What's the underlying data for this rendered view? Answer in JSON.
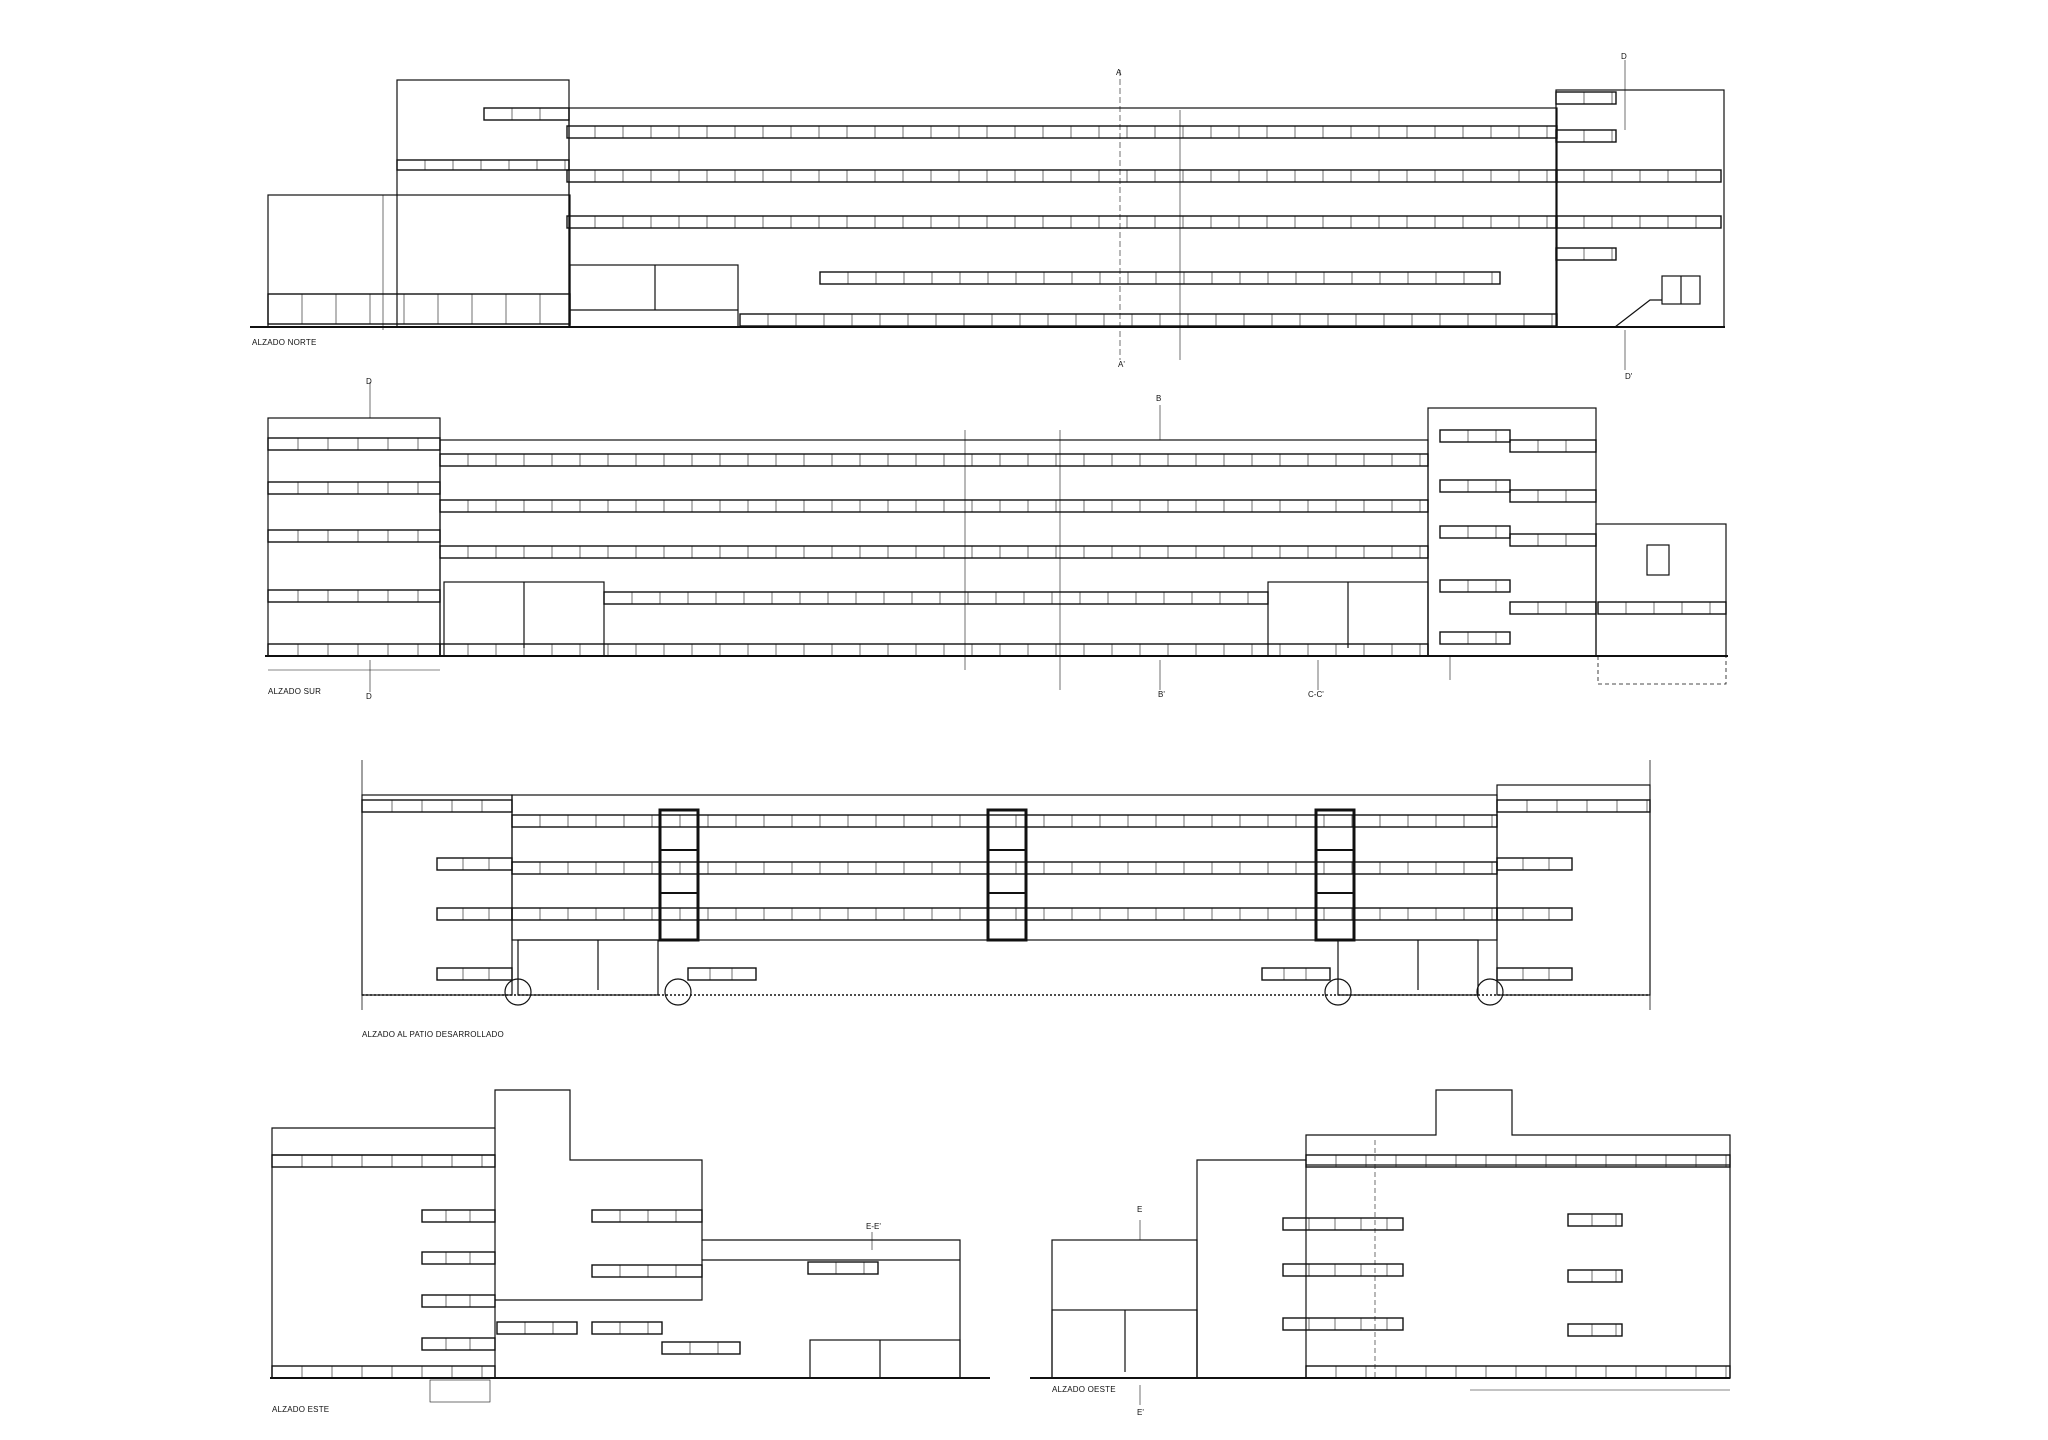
{
  "sheet": {
    "ink_color": "#111111",
    "paper_color": "#ffffff"
  },
  "elevations": {
    "north": {
      "title": "ALZADO NORTE"
    },
    "south": {
      "title": "ALZADO SUR"
    },
    "patio": {
      "title": "ALZADO AL PATIO DESARROLLADO"
    },
    "east": {
      "title": "ALZADO ESTE"
    },
    "west": {
      "title": "ALZADO OESTE"
    }
  },
  "section_marks": {
    "north": {
      "a_top": "A",
      "a_bottom": "A'",
      "d_top": "D",
      "d_bottom": "D'"
    },
    "south": {
      "d_top": "D",
      "d_bottom": "D",
      "b_top": "B",
      "b_bottom": "B'",
      "cc": "C-C'"
    },
    "east": {
      "ee": "E-E'"
    },
    "west": {
      "e_top": "E",
      "e_bottom": "E'"
    }
  }
}
